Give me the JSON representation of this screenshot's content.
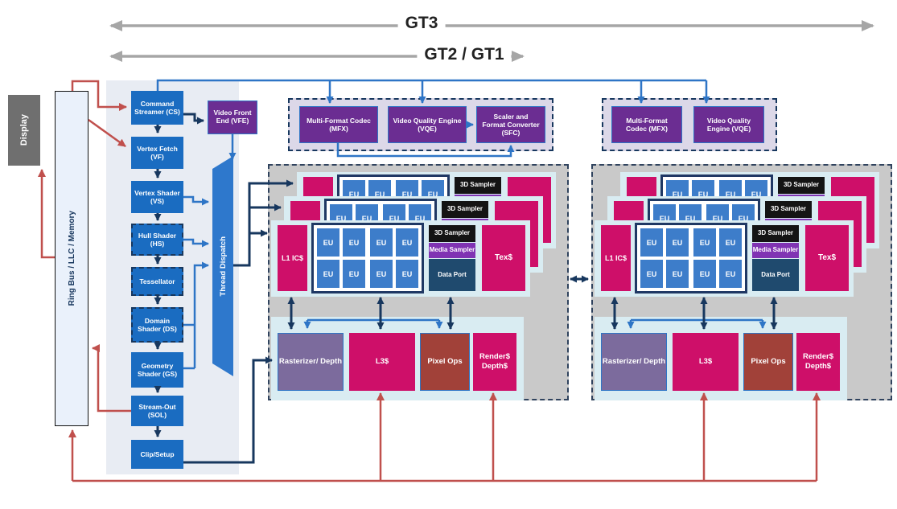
{
  "header": {
    "gt3_label": "GT3",
    "gt2_label": "GT2 / GT1"
  },
  "left_rail": {
    "display_label": "Display",
    "ring_bus_label": "Ring Bus / LLC / Memory"
  },
  "pipeline": {
    "stages": [
      {
        "label": "Command Streamer (CS)",
        "dashed": false
      },
      {
        "label": "Vertex Fetch (VF)",
        "dashed": false
      },
      {
        "label": "Vertex Shader (VS)",
        "dashed": false
      },
      {
        "label": "Hull Shader (HS)",
        "dashed": true
      },
      {
        "label": "Tessellator",
        "dashed": true
      },
      {
        "label": "Domain Shader (DS)",
        "dashed": true
      },
      {
        "label": "Geometry Shader (GS)",
        "dashed": false
      },
      {
        "label": "Stream-Out (SOL)",
        "dashed": false
      },
      {
        "label": "Clip/Setup",
        "dashed": false
      }
    ]
  },
  "dispatch": {
    "video_front_end_label": "Video Front End (VFE)",
    "thread_dispatch_label": "Thread Dispatch"
  },
  "media_blocks": {
    "left": [
      "Multi-Format Codec (MFX)",
      "Video Quality Engine (VQE)",
      "Scaler and Format Converter (SFC)"
    ],
    "right": [
      "Multi-Format Codec (MFX)",
      "Video Quality Engine (VQE)"
    ]
  },
  "slice": {
    "subslice_count": 3,
    "eu_rows": 2,
    "eu_cols": 4,
    "l1_label": "L1 IC$",
    "eu_label": "EU",
    "sampler_3d_label": "3D Sampler",
    "media_sampler_label": "Media Sampler",
    "data_port_label": "Data Port",
    "tex_label": "Tex$",
    "rasterizer_label": "Rasterizer/ Depth",
    "l3_label": "L3$",
    "pixel_ops_label": "Pixel Ops",
    "render_label": "Render$ Depth$"
  },
  "colors": {
    "pipeline_blue": "#1A6CC1",
    "purple": "#6B2D92",
    "magenta": "#CE0F69",
    "eu_blue": "#3D7DCA",
    "navy_line": "#17375E",
    "blue_line": "#2E75C6",
    "red_line": "#C0504D",
    "gray_arrow": "#A6A6A6",
    "slice_bg": "#C9C9C9",
    "subslice_bg": "#D9ECF2",
    "media_bg": "#DCD8E8",
    "rasterizer": "#7C6B9D",
    "pixel_ops": "#A14139",
    "data_port": "#1F4A6E",
    "sampler_3d": "#141414",
    "media_sampler": "#8033B3"
  }
}
